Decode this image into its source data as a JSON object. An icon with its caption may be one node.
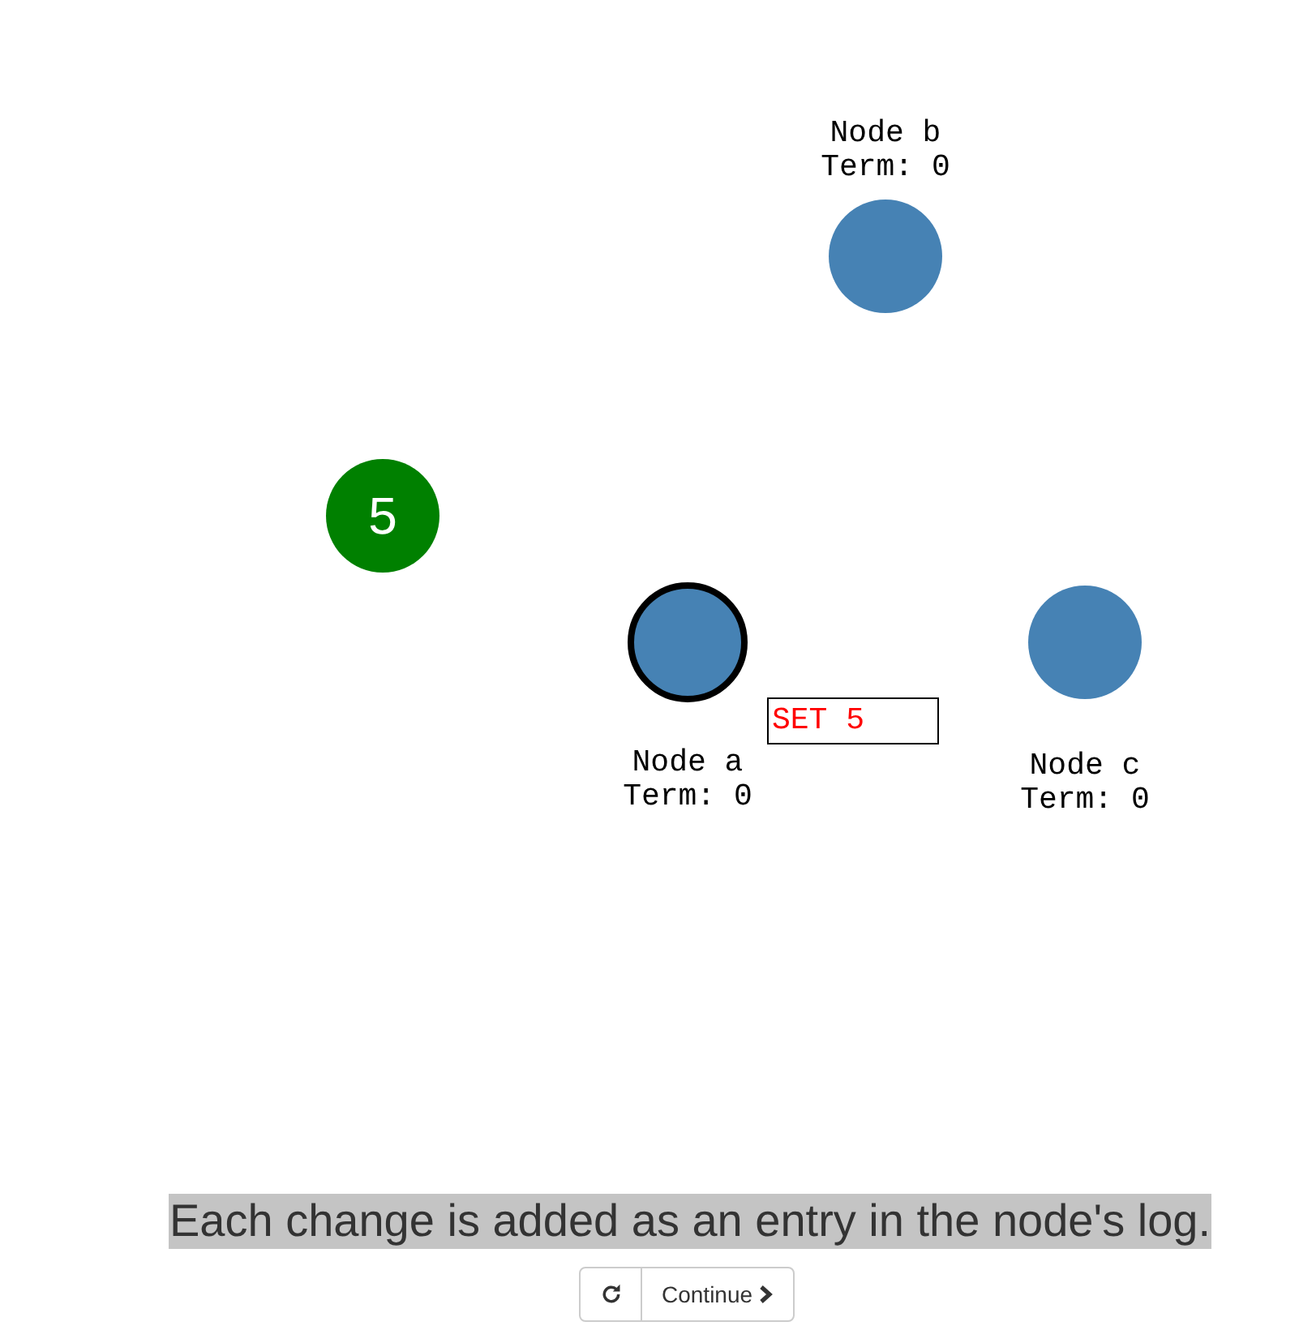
{
  "diagram": {
    "caption": "Each change is added as an entry in the node's log.",
    "nodes": [
      {
        "text": [
          "5"
        ]
      },
      {
        "text": [
          "Node b",
          "Term: 0"
        ]
      },
      {
        "text": [
          "Node a",
          "Term: 0"
        ]
      },
      {
        "text": [
          "SET 5"
        ]
      },
      {
        "text": [
          "Node c",
          "Term: 0"
        ]
      }
    ],
    "labels": [
      "Continue"
    ]
  }
}
